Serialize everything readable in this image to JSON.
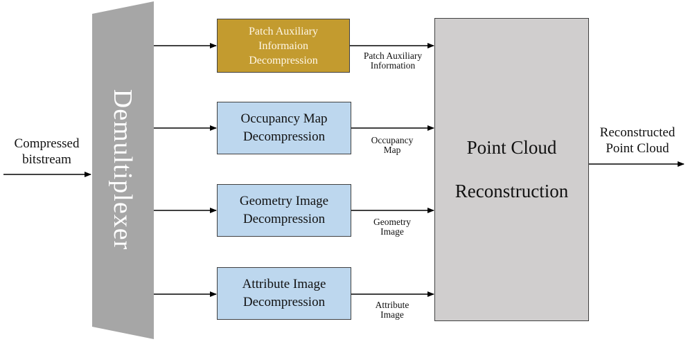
{
  "input": {
    "line1": "Compressed",
    "line2": "bitstream"
  },
  "demux": {
    "label": "Demultiplexer"
  },
  "modules": [
    {
      "line1": "Patch Auxiliary",
      "line2": "Informaion",
      "line3": "Decompression",
      "out1": "Patch Auxiliary",
      "out2": "Information"
    },
    {
      "line1": "Occupancy Map",
      "line2": "Decompression",
      "out1": "Occupancy",
      "out2": "Map"
    },
    {
      "line1": "Geometry Image",
      "line2": "Decompression",
      "out1": "Geometry",
      "out2": "Image"
    },
    {
      "line1": "Attribute Image",
      "line2": "Decompression",
      "out1": "Attribute",
      "out2": "Image"
    }
  ],
  "reconstruction": {
    "line1": "Point Cloud",
    "line2": "Reconstruction"
  },
  "output": {
    "line1": "Reconstructed",
    "line2": "Point Cloud"
  },
  "colors": {
    "patch_box": "#c39b2f",
    "module_box": "#bdd7ee",
    "demux": "#a6a6a6",
    "reconstruction_box": "#d0cece"
  }
}
